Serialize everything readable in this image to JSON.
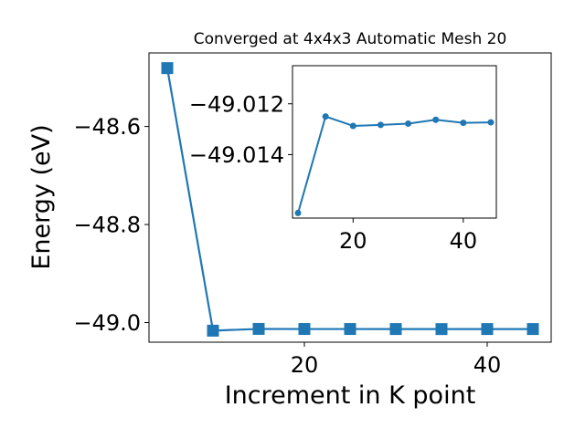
{
  "colors": {
    "series": "#1f77b4",
    "axis": "#000000",
    "background": "#ffffff"
  },
  "chart_data": [
    {
      "type": "line",
      "title": "Converged at 4x4x3 Automatic Mesh 20",
      "xlabel": "Increment in K point",
      "ylabel": "Energy (eV)",
      "xlim": [
        3,
        47
      ],
      "ylim": [
        -49.04,
        -48.45
      ],
      "xticks": [
        20,
        40
      ],
      "xtick_labels": [
        "20",
        "40"
      ],
      "yticks": [
        -49.0,
        -48.8,
        -48.6
      ],
      "ytick_labels": [
        "−49.0",
        "−48.8",
        "−48.6"
      ],
      "marker": "square",
      "series": [
        {
          "x": [
            5,
            10,
            15,
            20,
            25,
            30,
            35,
            40,
            45
          ],
          "y": [
            -48.481,
            -49.0165,
            -49.0129,
            -49.0131,
            -49.0131,
            -49.0132,
            -49.0133,
            -49.0132,
            -49.0132
          ]
        }
      ]
    },
    {
      "type": "line",
      "title": "",
      "xlabel": "",
      "ylabel": "",
      "xlim": [
        9,
        46
      ],
      "ylim": [
        -49.0165,
        -49.0105
      ],
      "xticks": [
        20,
        40
      ],
      "xtick_labels": [
        "20",
        "40"
      ],
      "yticks": [
        -49.014,
        -49.012
      ],
      "ytick_labels": [
        "−49.014",
        "−49.012"
      ],
      "marker": "circle",
      "series": [
        {
          "x": [
            10,
            15,
            20,
            25,
            30,
            35,
            40,
            45
          ],
          "y": [
            -49.0163,
            -49.0125,
            -49.01287,
            -49.01283,
            -49.01278,
            -49.01263,
            -49.01275,
            -49.01273
          ]
        }
      ]
    }
  ]
}
